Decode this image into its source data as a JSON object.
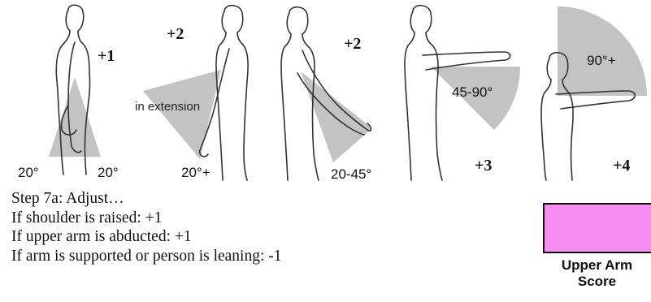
{
  "diagram": {
    "panels": [
      {
        "id": "p1",
        "score": "+1",
        "angles": [
          "20°",
          "20°"
        ]
      },
      {
        "id": "p2",
        "score": "+2",
        "region_label": "in extension",
        "angle": "20°+"
      },
      {
        "id": "p3",
        "score": "+2",
        "angle": "20-45°"
      },
      {
        "id": "p4",
        "score": "+3",
        "angle": "45-90°"
      },
      {
        "id": "p5",
        "score": "+4",
        "angle": "90°+"
      }
    ],
    "steps": [
      "Step 7a: Adjust…",
      "If shoulder is raised:  +1",
      "If upper arm is abducted:  +1",
      "If arm is supported or person is leaning: -1"
    ],
    "score_box": {
      "label_line1": "Upper Arm",
      "label_line2": "Score",
      "fill_color": "#f58ef0"
    },
    "colors": {
      "sector": "#b9b9b9",
      "outline": "#333333",
      "text": "#111111"
    }
  }
}
